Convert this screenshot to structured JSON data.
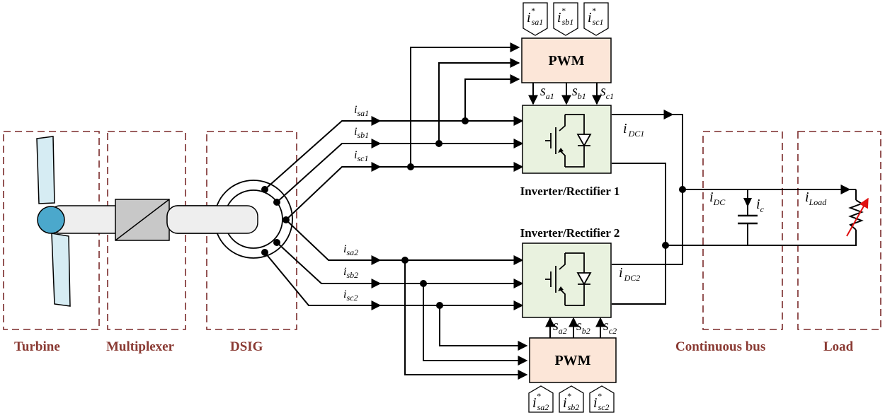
{
  "sections": {
    "turbine": "Turbine",
    "multiplexer": "Multiplexer",
    "dsig": "DSIG",
    "continuous_bus": "Continuous bus",
    "load": "Load"
  },
  "blocks": {
    "pwm_top": "PWM",
    "pwm_bottom": "PWM",
    "converter1": "Inverter/Rectifier 1",
    "converter2": "Inverter/Rectifier 2"
  },
  "refs_top": [
    {
      "main": "i",
      "sup": "*",
      "sub": "sa1"
    },
    {
      "main": "i",
      "sup": "*",
      "sub": "sb1"
    },
    {
      "main": "i",
      "sup": "*",
      "sub": "sc1"
    }
  ],
  "refs_bottom": [
    {
      "main": "i",
      "sup": "*",
      "sub": "sa2"
    },
    {
      "main": "i",
      "sup": "*",
      "sub": "sb2"
    },
    {
      "main": "i",
      "sup": "*",
      "sub": "sc2"
    }
  ],
  "switch_top": [
    {
      "main": "s",
      "sub": "a1"
    },
    {
      "main": "s",
      "sub": "b1"
    },
    {
      "main": "s",
      "sub": "c1"
    }
  ],
  "switch_bottom": [
    {
      "main": "s",
      "sub": "a2"
    },
    {
      "main": "s",
      "sub": "b2"
    },
    {
      "main": "s",
      "sub": "c2"
    }
  ],
  "currents_set1": [
    {
      "main": "i",
      "sub": "sa1"
    },
    {
      "main": "i",
      "sub": "sb1"
    },
    {
      "main": "i",
      "sub": "sc1"
    }
  ],
  "currents_set2": [
    {
      "main": "i",
      "sub": "sa2"
    },
    {
      "main": "i",
      "sub": "sb2"
    },
    {
      "main": "i",
      "sub": "sc2"
    }
  ],
  "dc_labels": {
    "idc1": {
      "main": "i",
      "sub": "DC1"
    },
    "idc2": {
      "main": "i",
      "sub": "DC2"
    },
    "idc": {
      "main": "i",
      "sub": "DC"
    },
    "ic": {
      "main": "i",
      "sub": "c"
    },
    "iload": {
      "main": "i",
      "sub": "Load"
    }
  },
  "colors": {
    "pwm_fill": "#fce6d8",
    "converter_fill": "#e9f2df",
    "blade_fill": "#d6ecf3",
    "hub_fill": "#4ba8cc",
    "section_border": "#7a2a2a",
    "section_text": "#8a3a33",
    "load_arrow": "#e01010"
  }
}
